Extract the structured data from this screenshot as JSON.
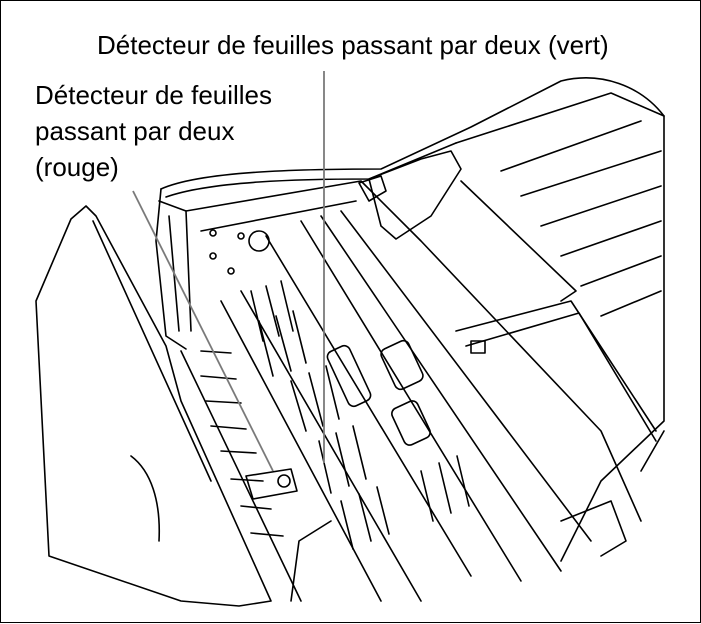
{
  "labels": {
    "green_sensor": "Détecteur de feuilles passant par deux (vert)",
    "red_sensor_lines": [
      "Détecteur de feuilles",
      "passant par deux",
      "(rouge)"
    ]
  },
  "colors": {
    "line": "#000000",
    "leader": "#7a7a7a",
    "background": "#ffffff"
  }
}
